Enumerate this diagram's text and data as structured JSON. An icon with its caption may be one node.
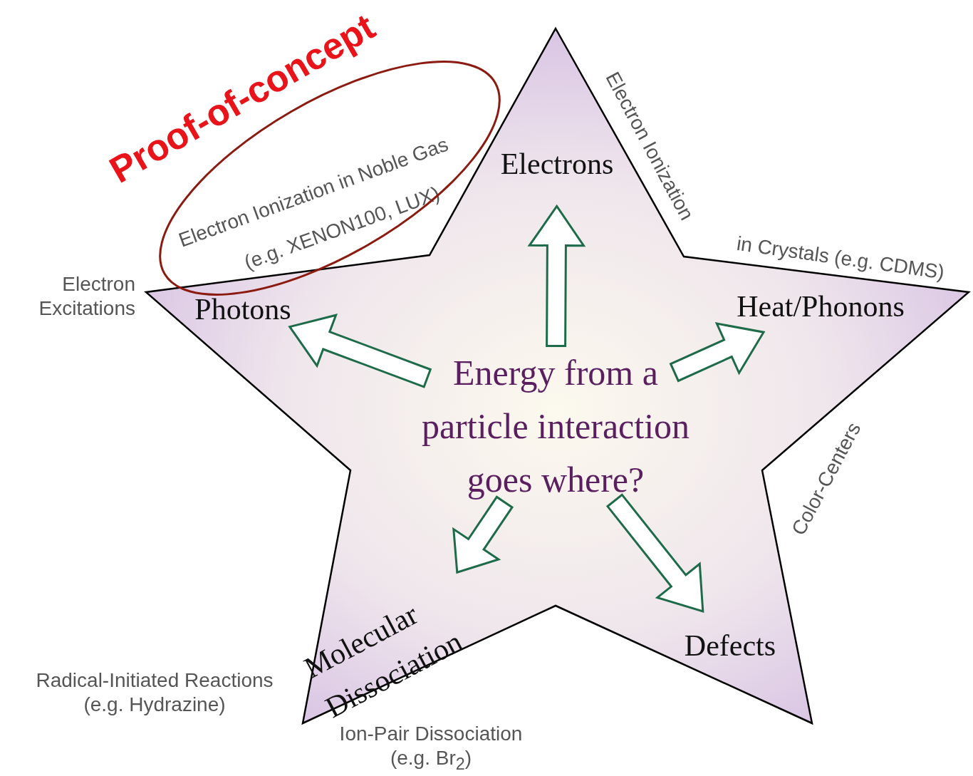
{
  "diagram": {
    "nodes": [
      {
        "text": [],
        "shape": "star"
      },
      {
        "text": [
          "Energy from a particle interaction goes where?"
        ],
        "in": 0
      },
      {
        "text": [
          "Electrons"
        ],
        "in": 0
      },
      {
        "text": [
          "Photons"
        ],
        "in": 0
      },
      {
        "text": [
          "Heat/Phonons"
        ],
        "in": 0
      },
      {
        "text": [
          "Molecular Dissociation"
        ],
        "in": 0
      },
      {
        "text": [
          "Defects"
        ],
        "in": 0
      }
    ],
    "edges": [
      {
        "from": 1,
        "to": 2,
        "arrow": "to"
      },
      {
        "from": 1,
        "to": 3,
        "arrow": "to"
      },
      {
        "from": 1,
        "to": 4,
        "arrow": "to"
      },
      {
        "from": 1,
        "to": 5,
        "arrow": "to"
      },
      {
        "from": 1,
        "to": 6,
        "arrow": "to"
      }
    ],
    "labels": [
      "Proof-of-concept",
      "Electron Ionization in Noble Gas",
      "(e.g. XENON100, LUX)",
      "Electron Ionization",
      "in Crystals (e.g. CDMS)",
      "Electron Excitations",
      "Color-Centers",
      "Radical-Initiated Reactions (e.g. Hydrazine)",
      "Ion-Pair Dissociation (e.g. Br$_{2}$)"
    ]
  }
}
